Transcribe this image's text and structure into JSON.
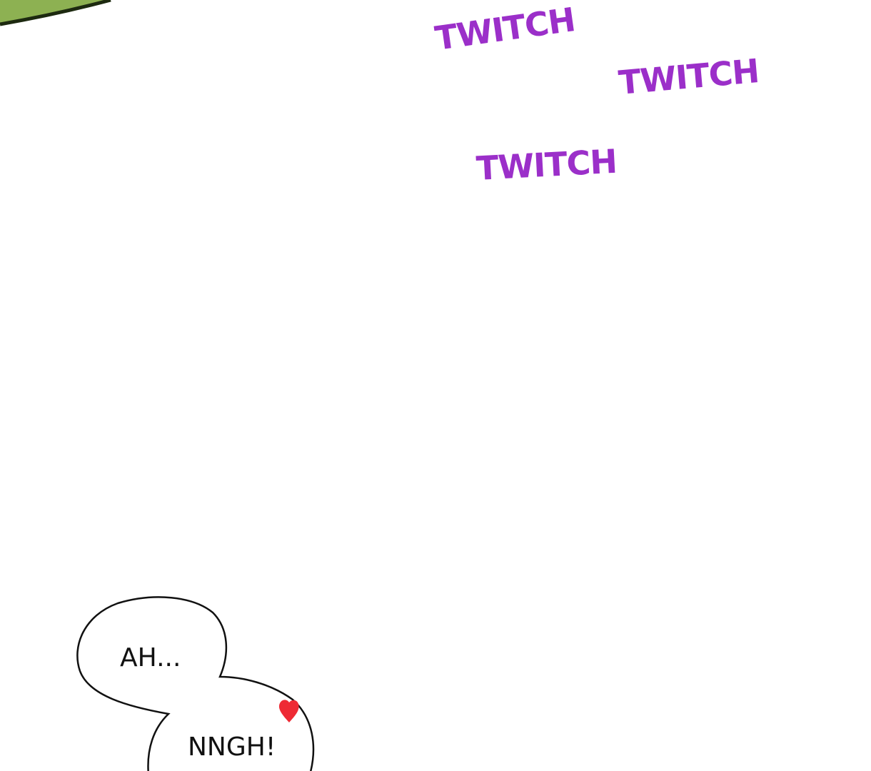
{
  "sound_effects": [
    {
      "text": "TWITCH"
    },
    {
      "text": "TWITCH"
    },
    {
      "text": "TWITCH"
    }
  ],
  "speech_bubbles": [
    {
      "text": "AH..."
    },
    {
      "text": "NNGH!"
    }
  ],
  "colors": {
    "sfx": "#9b2fc9",
    "heart": "#ee2a34",
    "outline": "#111111",
    "green_corner": "#8db152"
  }
}
